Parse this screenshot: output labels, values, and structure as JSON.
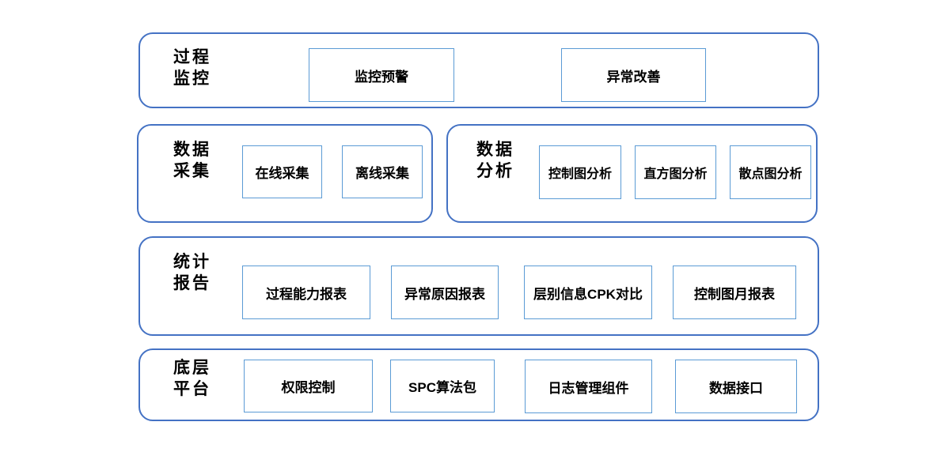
{
  "colors": {
    "container_border": "#4472C4",
    "box_border": "#5B9BD5",
    "text": "#000000",
    "background": "#ffffff"
  },
  "layers": [
    {
      "name": "process-monitoring",
      "label": [
        "过程",
        "监控"
      ],
      "boxes": [
        "监控预警",
        "异常改善"
      ]
    },
    {
      "name": "data-collection",
      "label": [
        "数据",
        "采集"
      ],
      "boxes": [
        "在线采集",
        "离线采集"
      ]
    },
    {
      "name": "data-analysis",
      "label": [
        "数据",
        "分析"
      ],
      "boxes": [
        "控制图分析",
        "直方图分析",
        "散点图分析"
      ]
    },
    {
      "name": "statistical-reports",
      "label": [
        "统计",
        "报告"
      ],
      "boxes": [
        "过程能力报表",
        "异常原因报表",
        "层别信息CPK对比",
        "控制图月报表"
      ]
    },
    {
      "name": "base-platform",
      "label": [
        "底层",
        "平台"
      ],
      "boxes": [
        "权限控制",
        "SPC算法包",
        "日志管理组件",
        "数据接口"
      ]
    }
  ]
}
